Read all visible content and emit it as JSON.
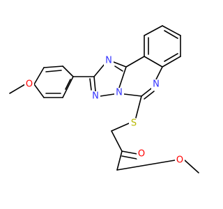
{
  "colors": {
    "background": "#ffffff",
    "bond": "#000000",
    "nitrogen": "#3333ff",
    "oxygen": "#ff0000",
    "sulfur": "#b8b800"
  },
  "atoms": {
    "n1": "N",
    "n3": "N",
    "n4": "N",
    "n6": "N",
    "s": "S",
    "o_ether": "O",
    "o_carbonyl": "O",
    "o_ester": "O"
  }
}
